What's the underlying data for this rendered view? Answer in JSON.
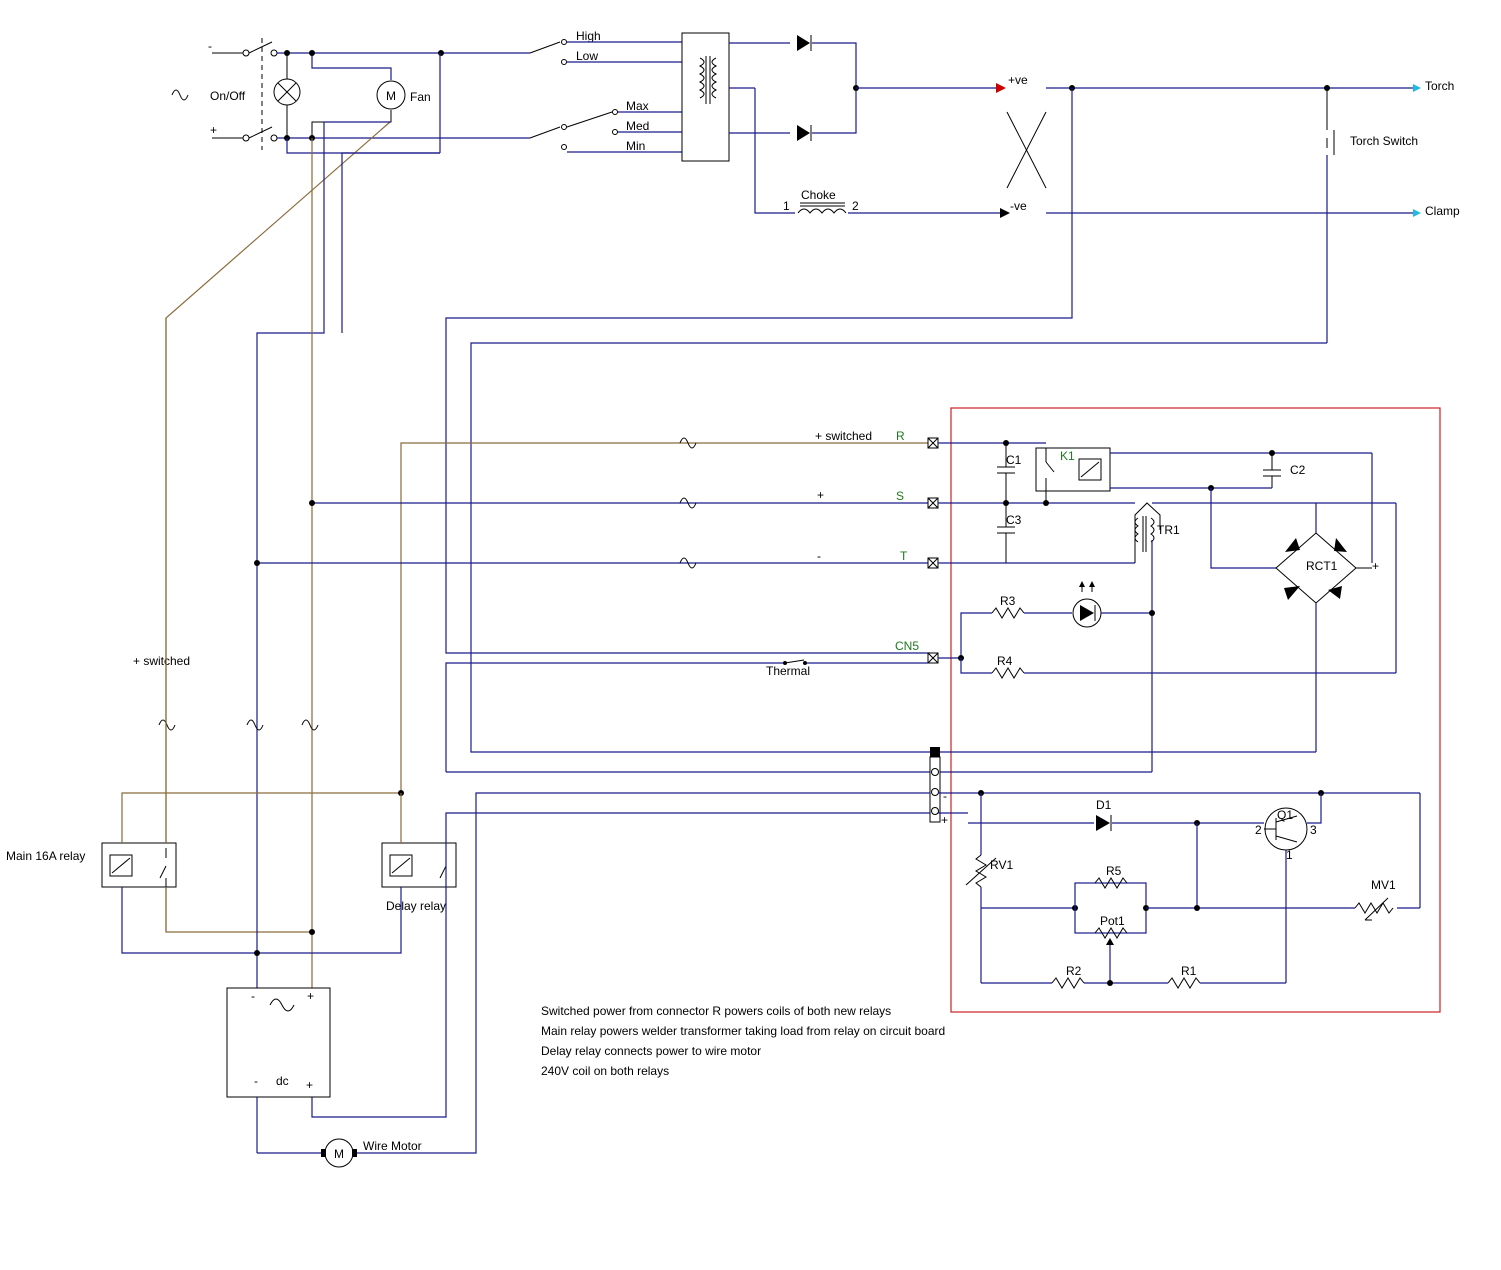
{
  "labels": {
    "on_off": "On/Off",
    "fan": "Fan",
    "high": "High",
    "low": "Low",
    "max": "Max",
    "med": "Med",
    "min": "Min",
    "plus_ve": "+ve",
    "minus_ve": "-ve",
    "choke": "Choke",
    "choke_pin1": "1",
    "choke_pin2": "2",
    "torch": "Torch",
    "torch_switch": "Torch Switch",
    "clamp": "Clamp",
    "switched_r": "+ switched",
    "plus_s": "+",
    "minus_t": "-",
    "conn_r": "R",
    "conn_s": "S",
    "conn_t": "T",
    "conn_cn5": "CN5",
    "thermal": "Thermal",
    "switched_left": "+ switched",
    "main_relay": "Main 16A relay",
    "delay_relay": "Delay  relay",
    "psu_minus_top": "-",
    "psu_plus_top": "+",
    "psu_minus_bottom": "-",
    "psu_dc": "dc",
    "psu_plus_bottom": "+",
    "wire_motor": "Wire Motor",
    "motor_m": "M",
    "fan_m": "M",
    "mains_minus": "-",
    "mains_plus": "+",
    "c1": "C1",
    "c2": "C2",
    "c3": "C3",
    "k1": "K1",
    "tr1": "TR1",
    "rct1": "RCT1",
    "rct1_plus": "+",
    "r1": "R1",
    "r2": "R2",
    "r3": "R3",
    "r4": "R4",
    "r5": "R5",
    "rv1": "RV1",
    "mv1": "MV1",
    "pot1": "Pot1",
    "d1": "D1",
    "q1": "Q1",
    "q1_pin1": "1",
    "q1_pin2": "2",
    "q1_pin3": "3",
    "hdr_minus": "-",
    "hdr_plus": "+"
  },
  "notes": [
    "Switched power from connector R powers coils of both new relays",
    "Main relay powers welder transformer taking load from relay on circuit board",
    "Delay  relay  connects power to wire motor",
    "240V coil on both relays"
  ],
  "colors": {
    "wire_blue": "#1a1a8c",
    "wire_brown": "#8a6a3a",
    "board_outline": "#cc2222",
    "label_green": "#1f7a1f",
    "terminal_cyan": "#22b8e0"
  }
}
